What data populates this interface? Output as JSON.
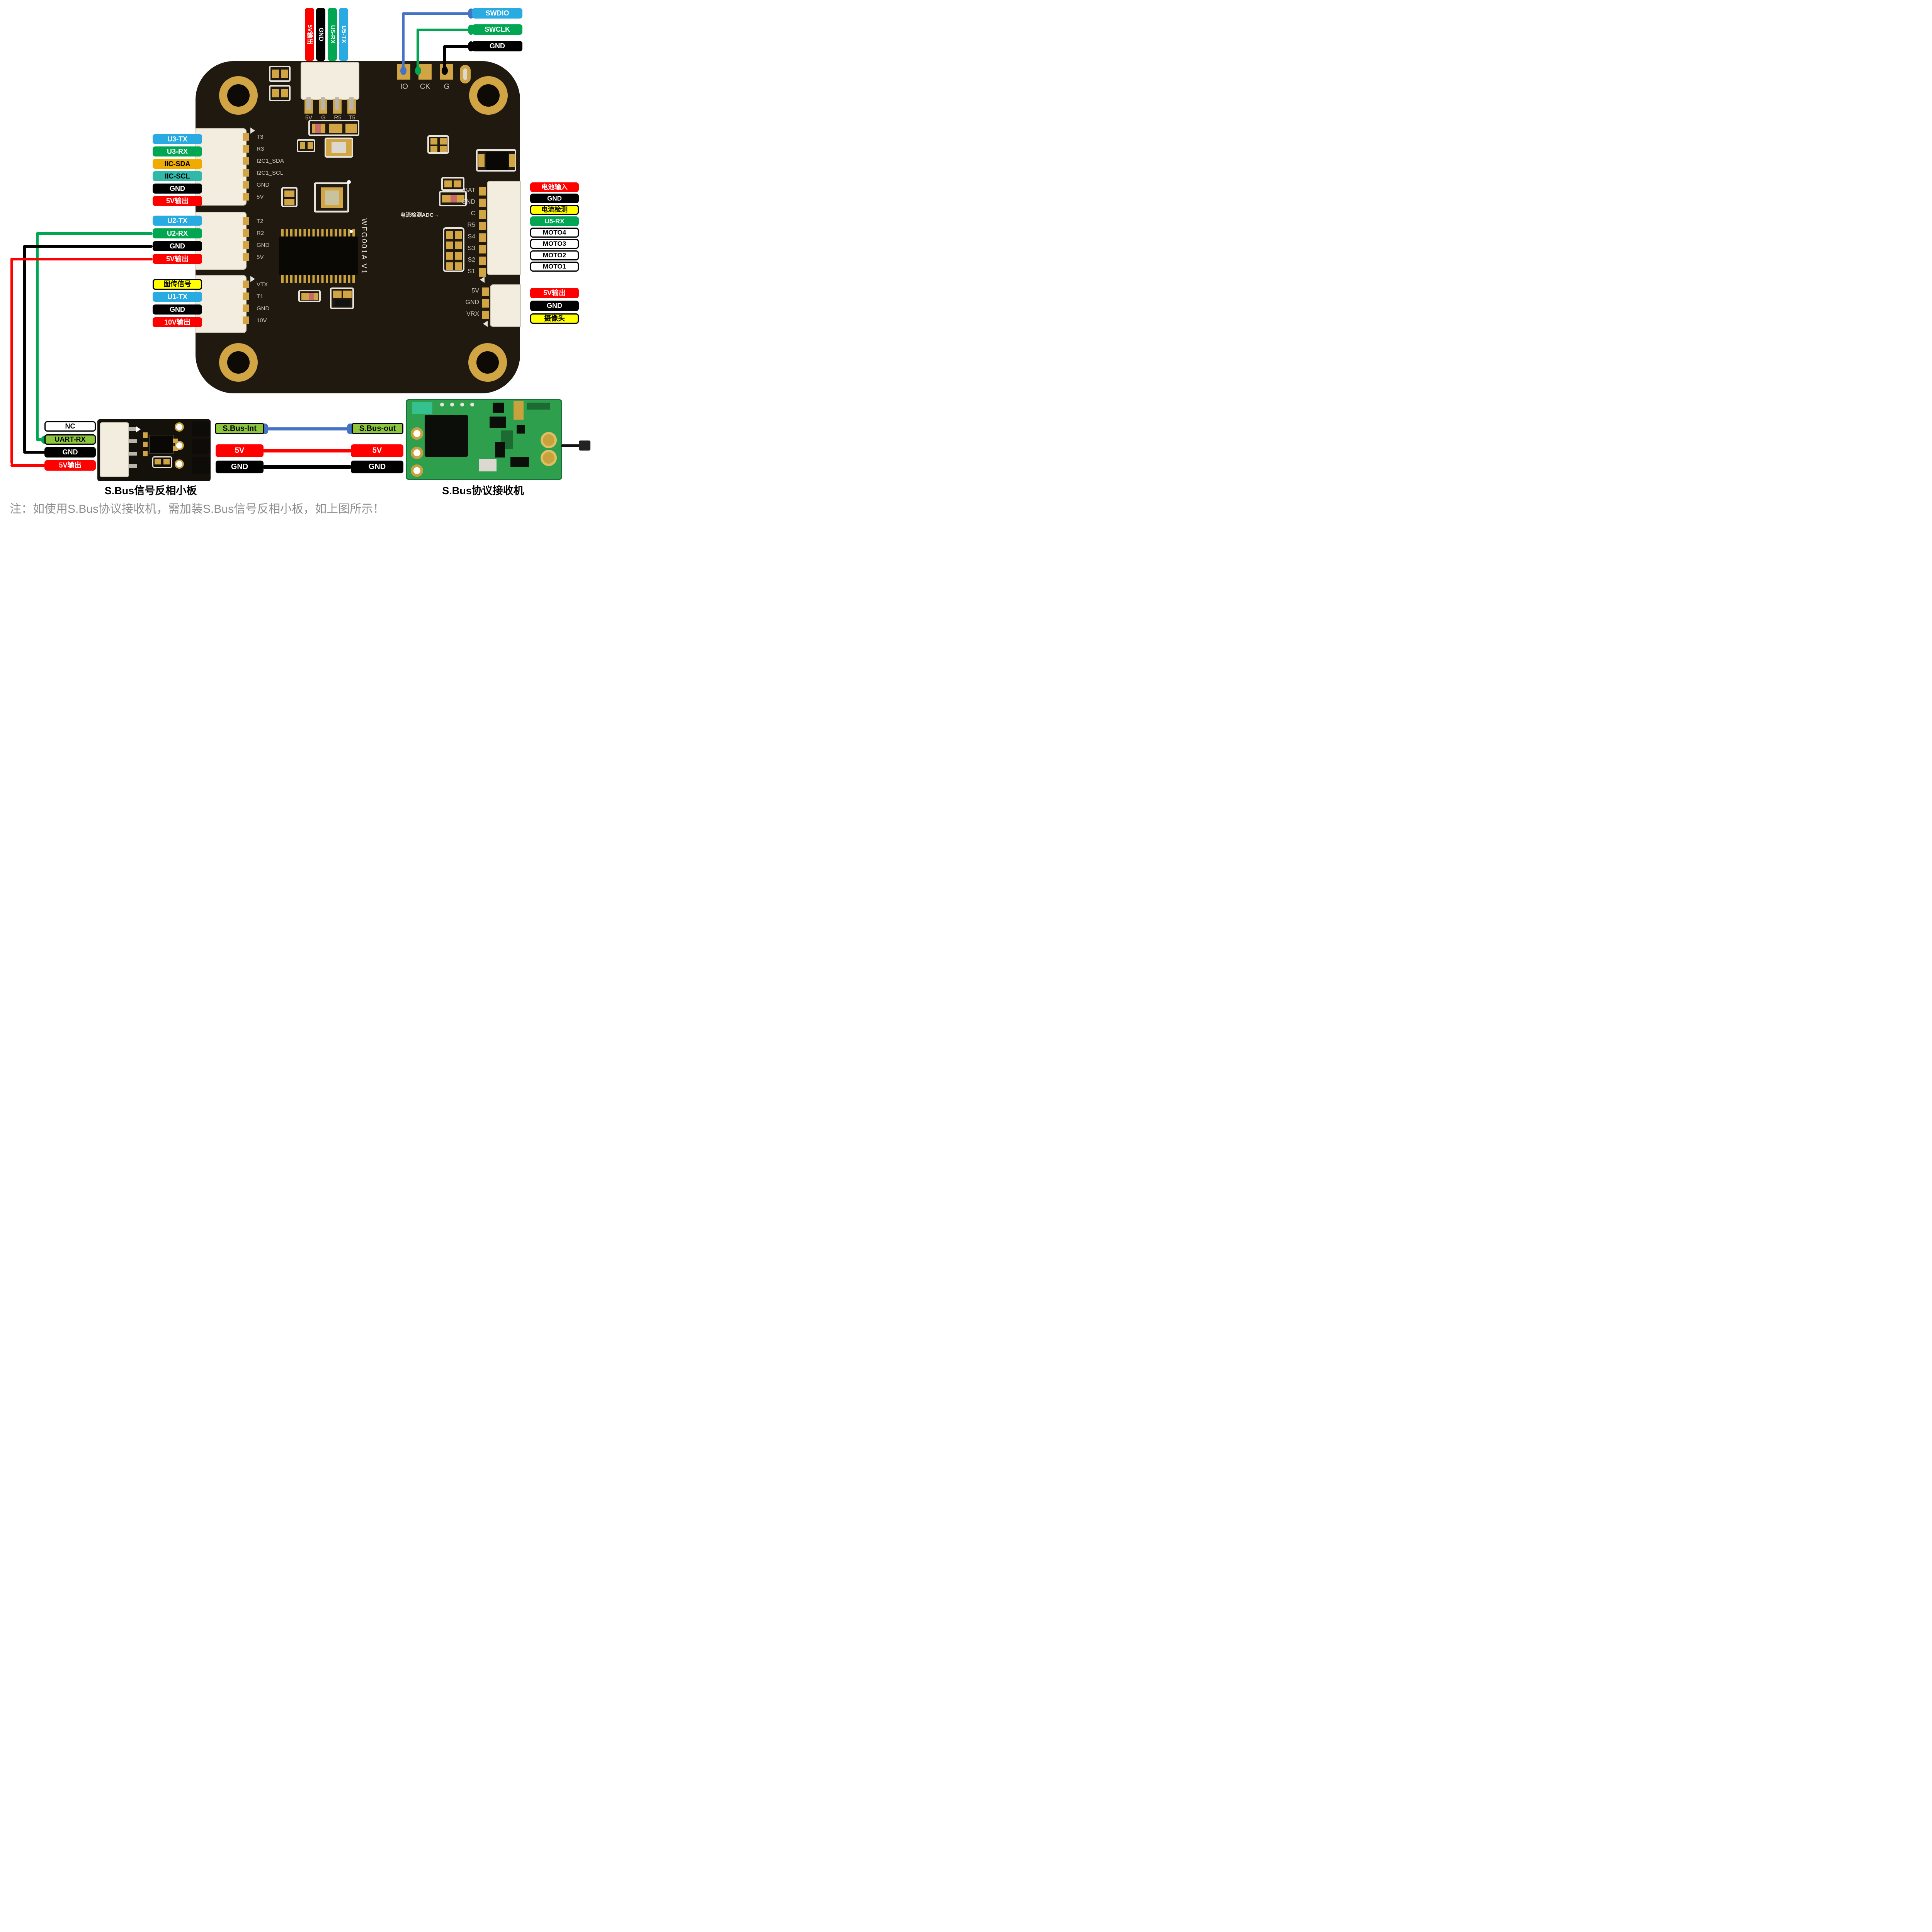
{
  "palette": {
    "blue": "#29ABE2",
    "green": "#00A651",
    "red": "#FF0000",
    "black": "#000000",
    "amber": "#EFAB00",
    "teal": "#30B8A8",
    "yellow": "#FFFF00",
    "light_green": "#8CC63F",
    "wire_blue": "#4472C4",
    "board_black": "#201910",
    "pad_gold": "#D2A544",
    "pcb_green": "#2E9F4C",
    "silk_gray": "#C9C2B8",
    "note_gray": "#8C8C8C",
    "white": "#FFFFFF"
  },
  "top_pins": {
    "labels": [
      {
        "text": "5V输出",
        "color": "#FF0000"
      },
      {
        "text": "GND",
        "color": "#000000"
      },
      {
        "text": "U5-RX",
        "color": "#00A651"
      },
      {
        "text": "U5-TX",
        "color": "#29ABE2"
      }
    ]
  },
  "swd": {
    "swdio": "SWDIO",
    "swclk": "SWCLK",
    "gnd": "GND",
    "pad_io": "IO",
    "pad_ck": "CK",
    "pad_g": "G"
  },
  "board_silk": {
    "top_connector": [
      "5V",
      "G",
      "R5",
      "T5"
    ],
    "uart3": [
      "T3",
      "R3",
      "I2C1_SDA",
      "I2C1_SCL",
      "GND",
      "5V"
    ],
    "uart2": [
      "T2",
      "R2",
      "GND",
      "5V"
    ],
    "uart1": [
      "VTX",
      "T1",
      "GND",
      "10V"
    ],
    "right": [
      "BAT",
      "GND",
      "C",
      "R5",
      "S4",
      "S3",
      "S2",
      "S1"
    ],
    "cam": [
      "5V",
      "GND",
      "VRX"
    ],
    "adc_note": "电流检测ADC→",
    "chip": "WFG001A  V1"
  },
  "left_labels_uart3": [
    {
      "text": "U3-TX",
      "color": "#29ABE2"
    },
    {
      "text": "U3-RX",
      "color": "#00A651"
    },
    {
      "text": "IIC-SDA",
      "color": "#EFAB00"
    },
    {
      "text": "IIC-SCL",
      "color": "#30B8A8"
    },
    {
      "text": "GND",
      "color": "#000000"
    },
    {
      "text": "5V输出",
      "color": "#FF0000"
    }
  ],
  "left_labels_uart2": [
    {
      "text": "U2-TX",
      "color": "#29ABE2"
    },
    {
      "text": "U2-RX",
      "color": "#00A651"
    },
    {
      "text": "GND",
      "color": "#000000"
    },
    {
      "text": "5V输出",
      "color": "#FF0000"
    }
  ],
  "left_labels_uart1": [
    {
      "text": "图传信号",
      "color": "#FFFF00"
    },
    {
      "text": "U1-TX",
      "color": "#29ABE2"
    },
    {
      "text": "GND",
      "color": "#000000"
    },
    {
      "text": "10V输出",
      "color": "#FF0000"
    }
  ],
  "right_labels_power": [
    {
      "text": "电池输入",
      "color": "#FF0000"
    },
    {
      "text": "GND",
      "color": "#000000"
    },
    {
      "text": "电流检测",
      "color": "#FFFF00"
    },
    {
      "text": "U5-RX",
      "color": "#00A651"
    },
    {
      "text": "MOTO4",
      "color": "#FFFFFF"
    },
    {
      "text": "MOTO3",
      "color": "#FFFFFF"
    },
    {
      "text": "MOTO2",
      "color": "#FFFFFF"
    },
    {
      "text": "MOTO1",
      "color": "#FFFFFF"
    }
  ],
  "right_labels_cam": [
    {
      "text": "5V输出",
      "color": "#FF0000"
    },
    {
      "text": "GND",
      "color": "#000000"
    },
    {
      "text": "摄像头",
      "color": "#FFFF00"
    }
  ],
  "sbus_inverter": {
    "pins": [
      {
        "text": "NC",
        "color": "#FFFFFF"
      },
      {
        "text": "UART-RX",
        "color": "#8CC63F"
      },
      {
        "text": "GND",
        "color": "#000000"
      },
      {
        "text": "5V输出",
        "color": "#FF0000"
      }
    ],
    "caption": "S.Bus信号反相小板"
  },
  "sbus_links": {
    "int": "S.Bus-Int",
    "out": "S.Bus-out",
    "v5_l": "5V",
    "v5_r": "5V",
    "gnd_l": "GND",
    "gnd_r": "GND"
  },
  "receiver": {
    "caption": "S.Bus协议接收机"
  },
  "note": "注：如使用S.Bus协议接收机，需加装S.Bus信号反相小板，如上图所示！"
}
